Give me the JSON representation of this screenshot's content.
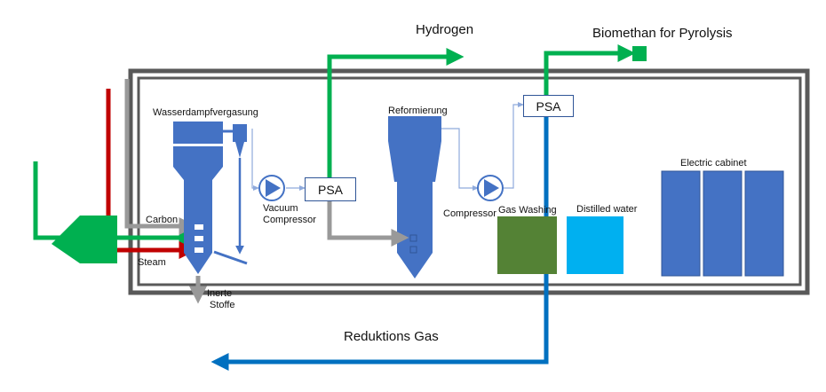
{
  "labels": {
    "hydrogen": "Hydrogen",
    "biomethan": "Biomethan for Pyrolysis",
    "reduktions_gas": "Reduktions Gas",
    "wasserdampfvergasung": "Wasserdampfvergasung",
    "reformierung": "Reformierung",
    "vacuum_compressor_1": "Vacuum",
    "vacuum_compressor_2": "Compressor",
    "psa_1": "PSA",
    "psa_2": "PSA",
    "compressor": "Compressor",
    "gas_washing": "Gas Washing",
    "distilled_water": "Distilled water",
    "electric_cabinet": "Electric cabinet",
    "carbon": "Carbon",
    "steam": "Steam",
    "inerte_1": "Inerte",
    "inerte_2": "Stoffe"
  },
  "colors": {
    "green_line": "#00b050",
    "red_line": "#c00000",
    "gray_line": "#999999",
    "blue_line": "#0070c0",
    "equipment": "#4472c4",
    "thin_line": "#8faadc",
    "container": "#595959",
    "gas_washing_box": "#548235",
    "distilled_water_box": "#00b0f0",
    "feeder": "#00b050"
  }
}
